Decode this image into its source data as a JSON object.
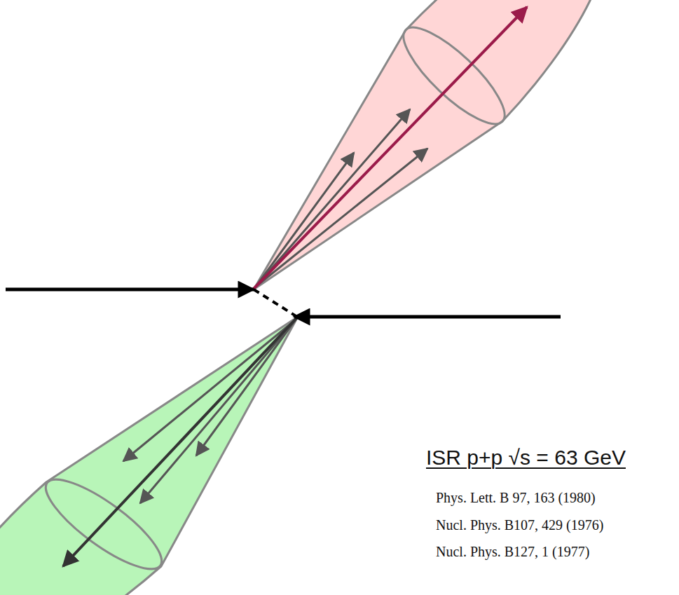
{
  "diagram": {
    "title": "ISR p+p √s = 63 GeV",
    "labels": [
      "Phys. Lett. B 97, 163 (1980)",
      "Nucl. Phys. B107, 429 (1976)",
      "Nucl. Phys. B127, 1 (1977)"
    ]
  }
}
